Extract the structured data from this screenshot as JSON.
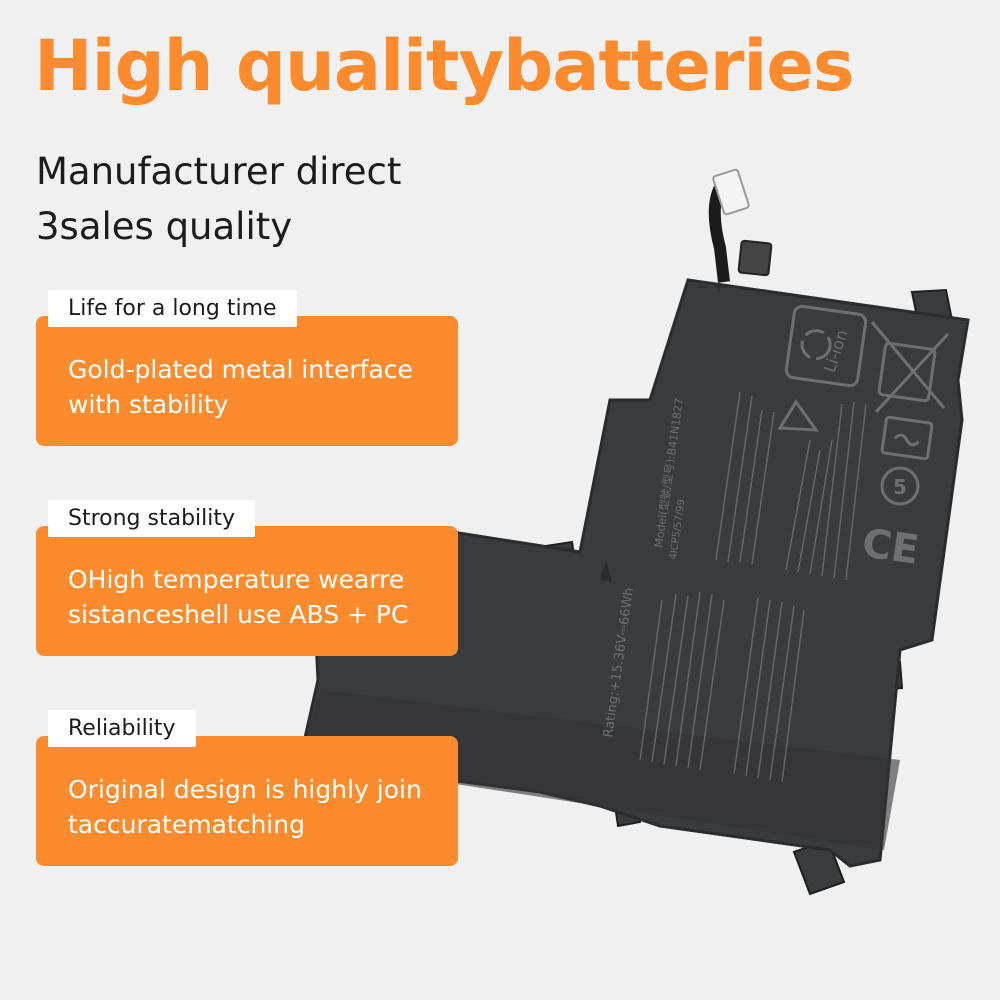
{
  "headline": "High qualitybatteries",
  "subtitle": {
    "line1": "Manufacturer direct",
    "line2": "3sales quality"
  },
  "colors": {
    "accent": "#fb8b2c",
    "battery_body": "#3a3b3d",
    "battery_edge": "#2b2c2e",
    "print": "#6d6f72"
  },
  "features": [
    {
      "tag": "Life for a long time",
      "text": "Gold-plated metal interface with stability"
    },
    {
      "tag": "Strong stability",
      "text": "OHigh temperature wearre sistanceshell use ABS + PC"
    },
    {
      "tag": "Reliability",
      "text": "Original design is highly join taccuratematching"
    }
  ],
  "battery": {
    "rating": "Rating:+15.36V⎓66Wh",
    "model": "Model(型號/型号):B41N1827",
    "part": "4ICP5/57/99",
    "recycle_label": "Li-ion",
    "mark_ce": "CE",
    "mark_five": "5",
    "polarity_minus": "−",
    "polarity_plus": "+"
  }
}
